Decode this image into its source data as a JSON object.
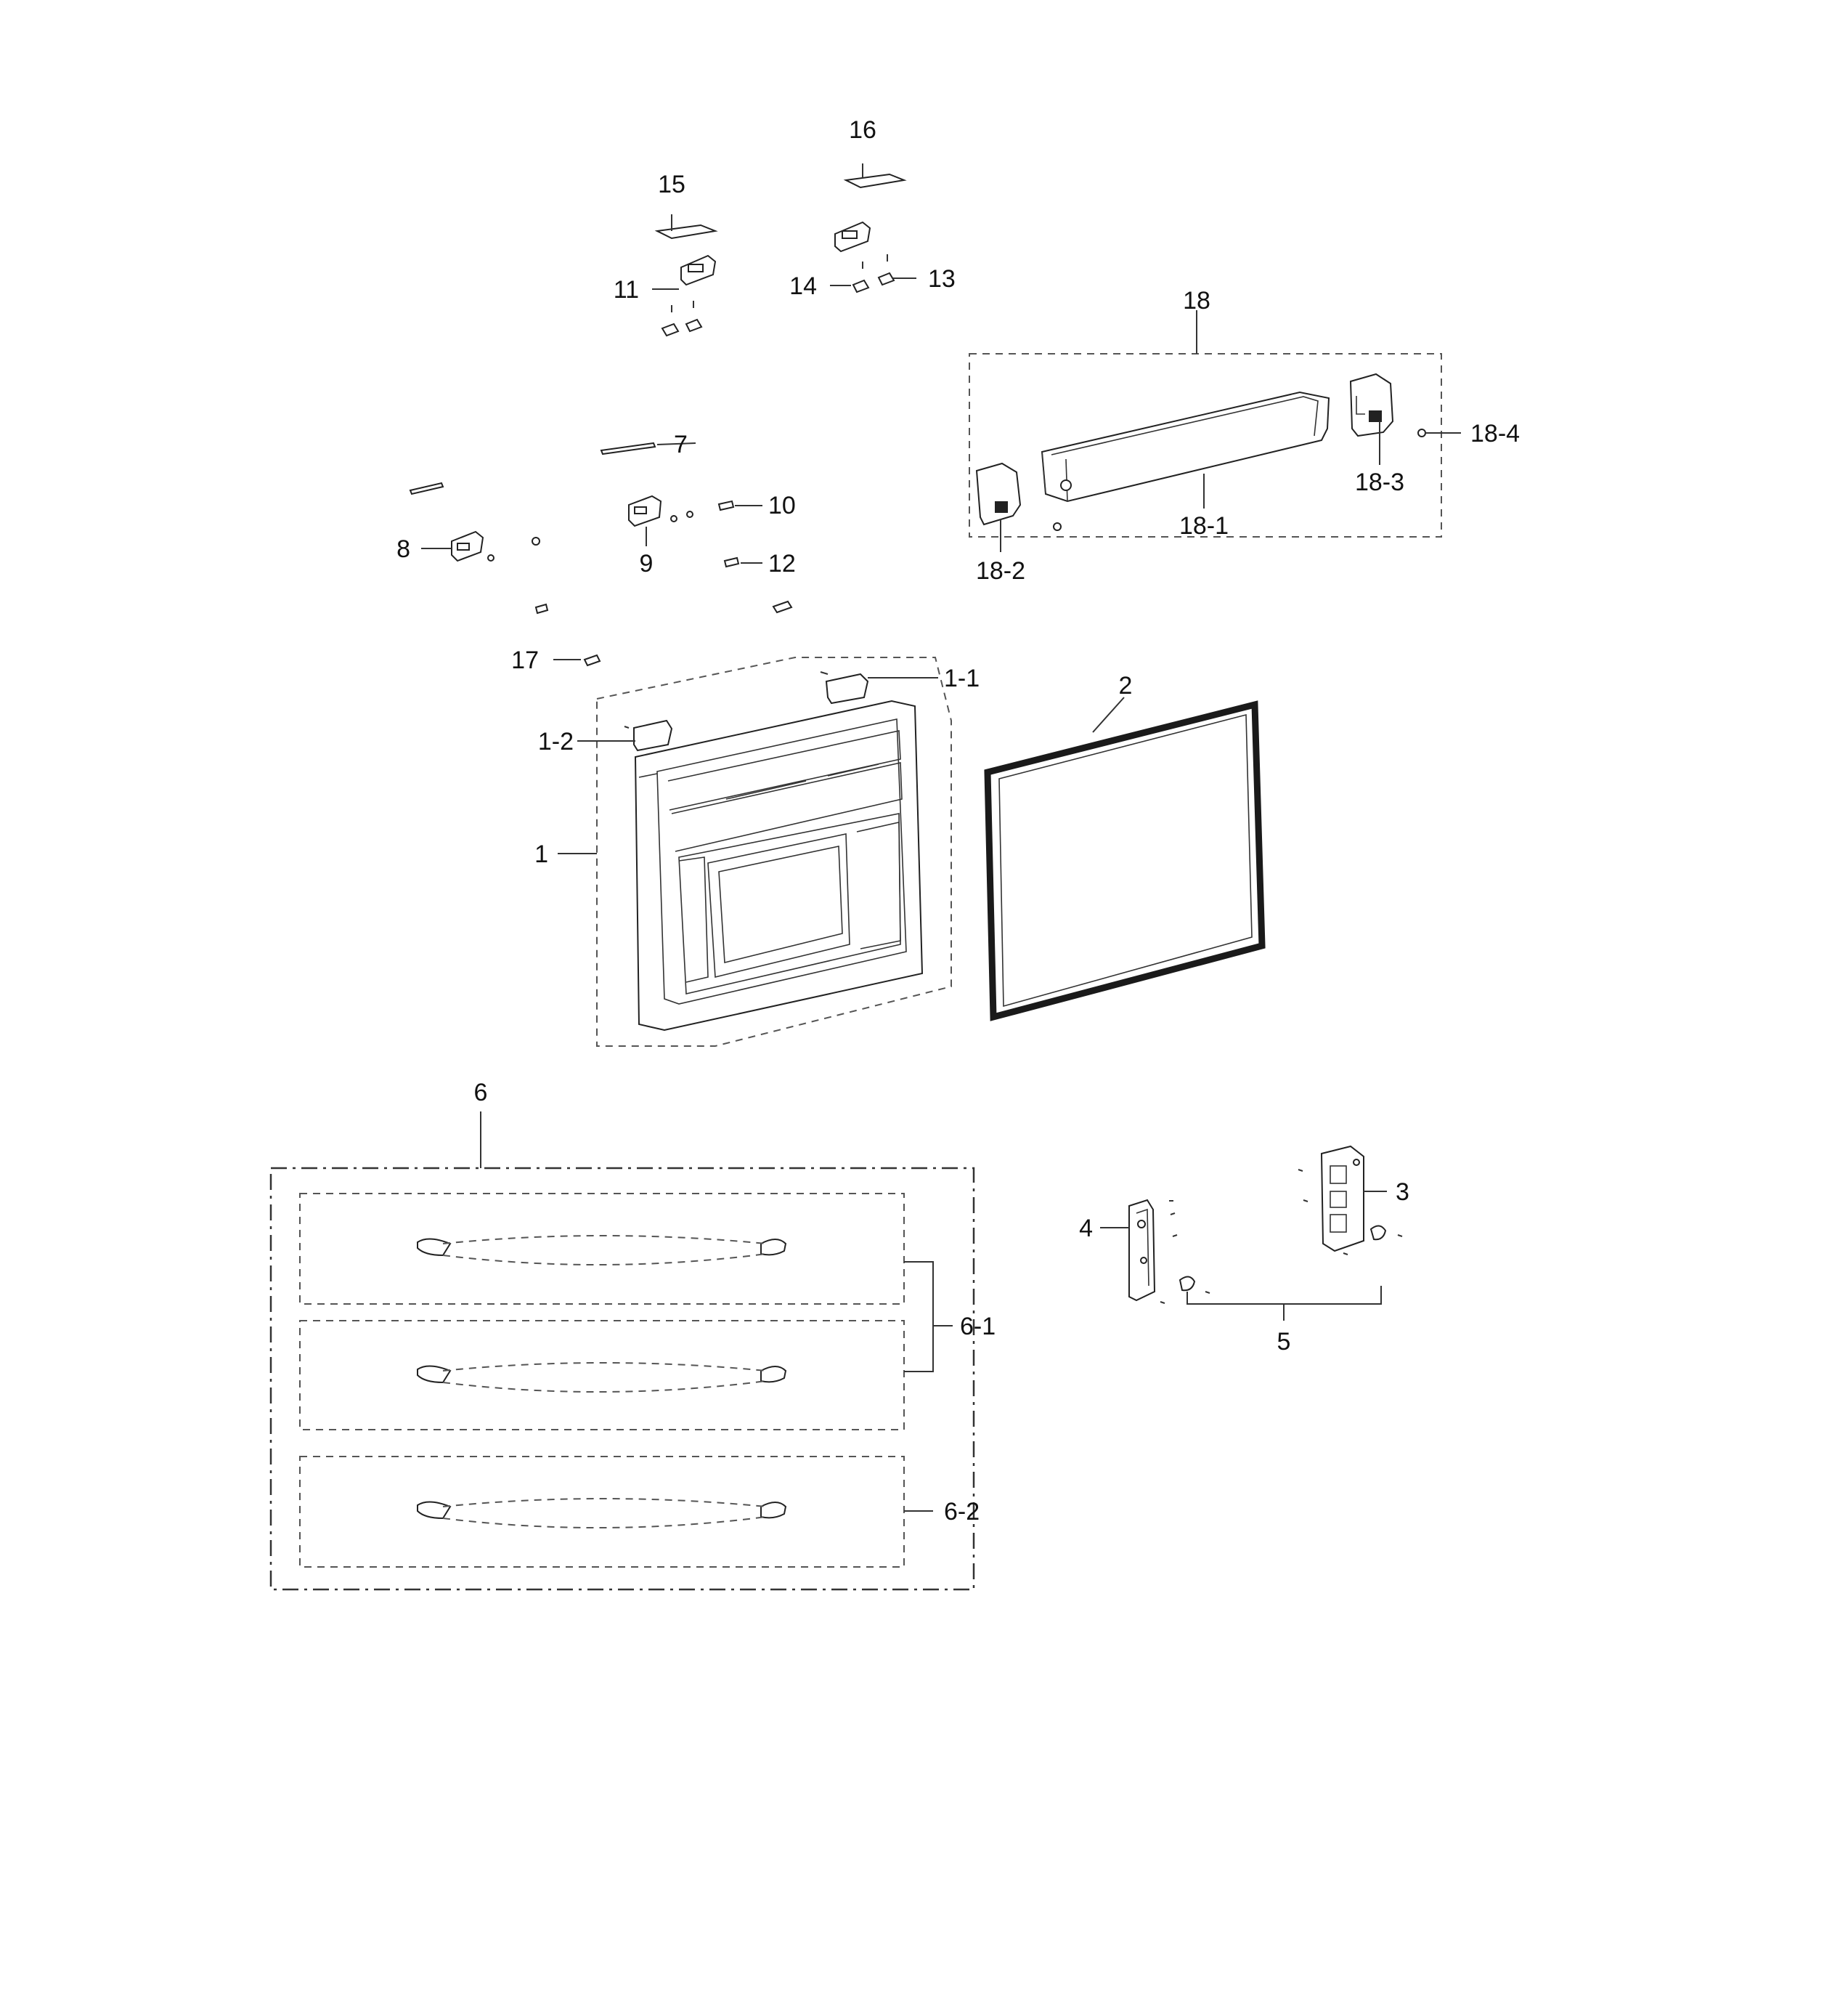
{
  "callouts": {
    "c1": "1",
    "c1_1": "1-1",
    "c1_2": "1-2",
    "c2": "2",
    "c3": "3",
    "c4": "4",
    "c5": "5",
    "c6": "6",
    "c6_1": "6-1",
    "c6_2": "6-2",
    "c7": "7",
    "c8": "8",
    "c9": "9",
    "c10": "10",
    "c11": "11",
    "c12": "12",
    "c13": "13",
    "c14": "14",
    "c15": "15",
    "c16": "16",
    "c17": "17",
    "c18": "18",
    "c18_1": "18-1",
    "c18_2": "18-2",
    "c18_3": "18-3",
    "c18_4": "18-4"
  }
}
